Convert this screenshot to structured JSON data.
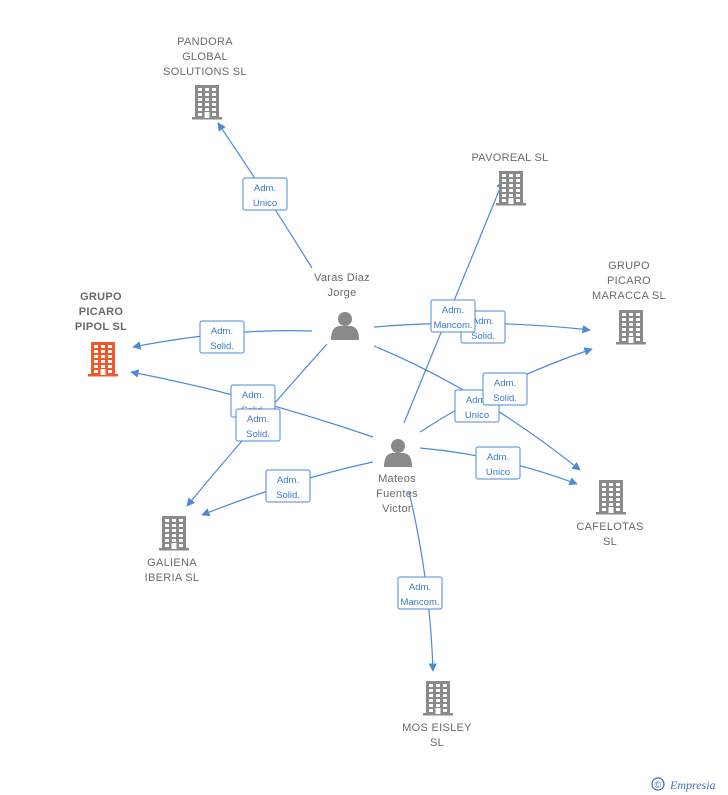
{
  "colors": {
    "edge": "#4a8ad8",
    "company": "#8a8a8a",
    "focus_company": "#f05a28",
    "person": "#8a8a8a",
    "watermark": "#3d6fb4"
  },
  "nodes": [
    {
      "id": "pandora",
      "type": "company",
      "icon": "building-icon",
      "lines": [
        "PANDORA",
        "GLOBAL",
        "SOLUTIONS  SL"
      ]
    },
    {
      "id": "pavoreal",
      "type": "company",
      "icon": "building-icon",
      "lines": [
        "PAVOREAL  SL"
      ]
    },
    {
      "id": "maracca",
      "type": "company",
      "icon": "building-icon",
      "lines": [
        "GRUPO",
        "PICARO",
        "MARACCA  SL"
      ]
    },
    {
      "id": "pipol",
      "type": "company",
      "focus": true,
      "icon": "building-icon",
      "lines": [
        "GRUPO",
        "PICARO",
        "PIPOL  SL"
      ]
    },
    {
      "id": "varas",
      "type": "person",
      "icon": "person-icon",
      "lines": [
        "Varas Diaz",
        "Jorge"
      ]
    },
    {
      "id": "mateos",
      "type": "person",
      "icon": "person-icon",
      "lines": [
        "Mateos",
        "Fuentes",
        "Victor"
      ]
    },
    {
      "id": "cafelotas",
      "type": "company",
      "icon": "building-icon",
      "lines": [
        "CAFELOTAS",
        "SL"
      ]
    },
    {
      "id": "galiena",
      "type": "company",
      "icon": "building-icon",
      "lines": [
        "GALIENA",
        "IBERIA  SL"
      ]
    },
    {
      "id": "moseisley",
      "type": "company",
      "icon": "building-icon",
      "lines": [
        "MOS EISLEY",
        "SL"
      ]
    }
  ],
  "edges": [
    {
      "from": "varas",
      "to": "pandora",
      "label": [
        "Adm.",
        "Unico"
      ]
    },
    {
      "from": "varas",
      "to": "pipol",
      "label": [
        "Adm.",
        "Solid."
      ]
    },
    {
      "from": "varas",
      "to": "maracca",
      "label": [
        "Adm.",
        "Solid."
      ]
    },
    {
      "from": "varas",
      "to": "cafelotas",
      "label": [
        "Adm.",
        "Unico"
      ]
    },
    {
      "from": "varas",
      "to": "galiena",
      "label": [
        "Adm.",
        "Solid."
      ]
    },
    {
      "from": "mateos",
      "to": "pipol",
      "label": [
        "Adm.",
        "Solid."
      ]
    },
    {
      "from": "mateos",
      "to": "pavoreal",
      "label": [
        "Adm.",
        "Mancom."
      ]
    },
    {
      "from": "mateos",
      "to": "maracca",
      "label": [
        "Adm.",
        "Solid."
      ]
    },
    {
      "from": "mateos",
      "to": "cafelotas",
      "label": [
        "Adm.",
        "Unico"
      ]
    },
    {
      "from": "mateos",
      "to": "galiena",
      "label": [
        "Adm.",
        "Solid."
      ]
    },
    {
      "from": "mateos",
      "to": "moseisley",
      "label": [
        "Adm.",
        "Mancom."
      ]
    }
  ],
  "watermark": {
    "copyright": "©",
    "brand": "Empresia"
  }
}
